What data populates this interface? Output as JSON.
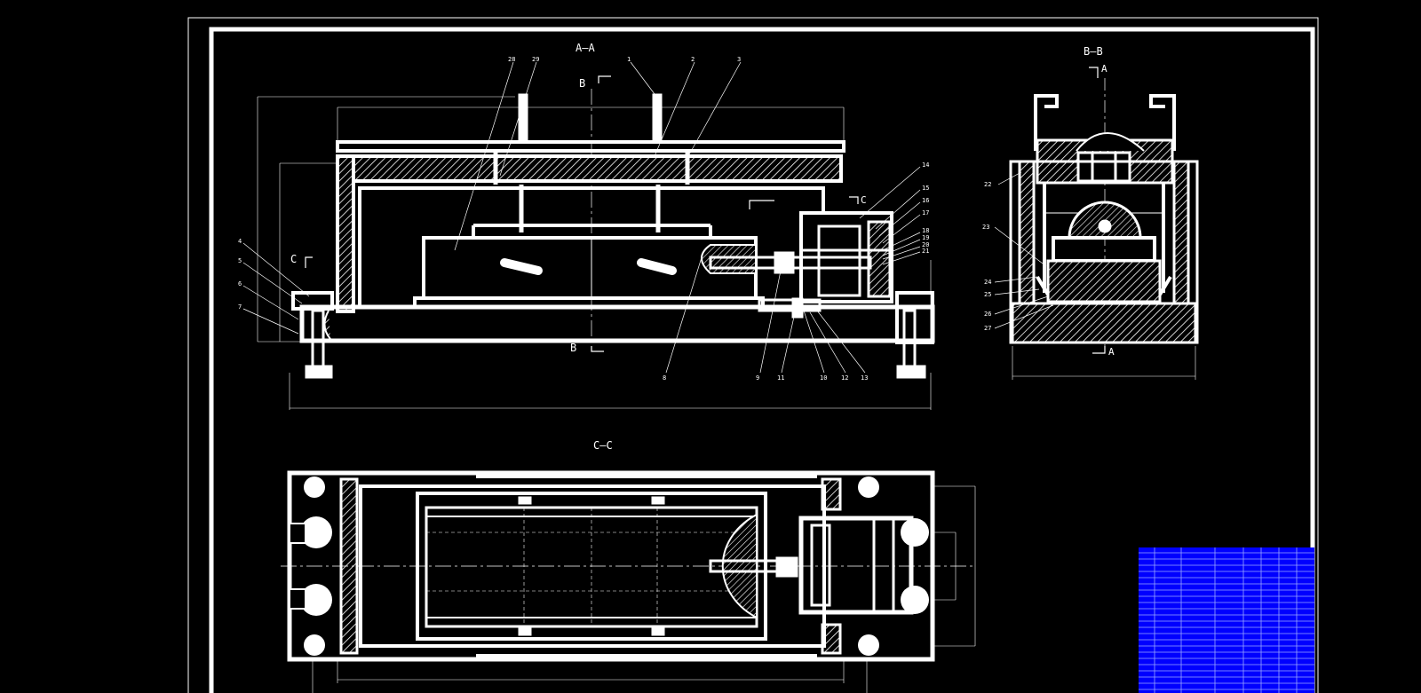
{
  "views": {
    "aa": {
      "label": "A—A"
    },
    "bb": {
      "label": "B—B"
    },
    "cc": {
      "label": "C—C"
    }
  },
  "section_marks": {
    "b_top": "B",
    "b_bottom": "B",
    "c_left": "C",
    "c_right": "C",
    "a_top": "A",
    "a_bottom": "A"
  },
  "callouts_aa_top": [
    "28",
    "29",
    "1",
    "2",
    "3"
  ],
  "callouts_aa_left": [
    "4",
    "5",
    "6",
    "7"
  ],
  "callouts_aa_right": [
    "14",
    "15",
    "16",
    "17",
    "18",
    "19",
    "20",
    "21"
  ],
  "callouts_aa_bottom": [
    "8",
    "9",
    "11",
    "10",
    "12",
    "13"
  ],
  "callouts_bb_left": [
    "22",
    "23",
    "24",
    "25",
    "26",
    "27"
  ],
  "colors": {
    "background": "#000000",
    "line": "#ffffff",
    "title_block": "#0000ff"
  }
}
